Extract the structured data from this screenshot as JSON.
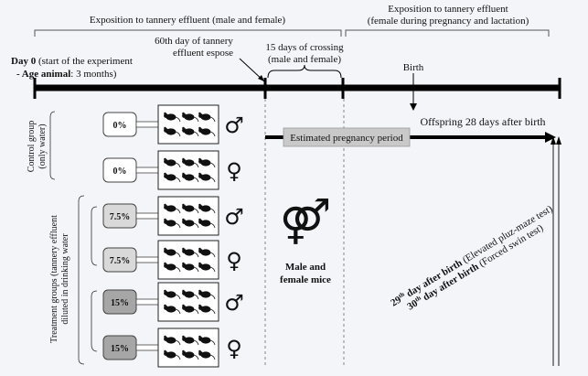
{
  "header": {
    "left_bracket_label": "Exposition to tannery effluent (male and female)",
    "right_bracket_label_line1": "Exposition to tannery effluent",
    "right_bracket_label_line2": "(female during pregnancy and lactation)"
  },
  "day0": {
    "title_bold": "Day 0",
    "title_rest": " (start of the experiment",
    "age_bold": "- Age animal",
    "age_rest": ": 3 months)"
  },
  "day60": {
    "line1": "60th day of tannery",
    "line2": "effluent espose"
  },
  "crossing": {
    "line1": "15 days of crossing",
    "line2": "(male and female)"
  },
  "birth_label": "Birth",
  "offspring_label": "Offspring 28 days after birth",
  "pregnancy_label": "Estimated pregnancy period",
  "control_group": {
    "line1": "Control group",
    "line2": "(only water)"
  },
  "treatment_group": {
    "line1": "Treatment groups (tannery effluent",
    "line2": "diluted in drinking water"
  },
  "cages": [
    {
      "dose": "0%",
      "sex_symbol": "♂",
      "fill": "#ffffff"
    },
    {
      "dose": "0%",
      "sex_symbol": "♀",
      "fill": "#ffffff"
    },
    {
      "dose": "7.5%",
      "sex_symbol": "♂",
      "fill": "#d9d9d9"
    },
    {
      "dose": "7.5%",
      "sex_symbol": "♀",
      "fill": "#d9d9d9"
    },
    {
      "dose": "15%",
      "sex_symbol": "♂",
      "fill": "#a6a6a6"
    },
    {
      "dose": "15%",
      "sex_symbol": "♀",
      "fill": "#a6a6a6"
    }
  ],
  "mice_center": {
    "symbol": "⚤",
    "line1": "Male and",
    "line2": "female mice"
  },
  "tests": {
    "day29_num": "29",
    "day29_sup": "th",
    "day29_bold": " day after birth",
    "day29_rest": " (Elevated pluz-maze test)",
    "day30_num": "30",
    "day30_sup": "th",
    "day30_bold": " day after birth",
    "day30_rest": " (Forced swin test)"
  },
  "colors": {
    "timeline": "#000000",
    "pregnancy_box": "#c9c9c9",
    "background": "#f3f5f8",
    "dashed": "#888888"
  }
}
